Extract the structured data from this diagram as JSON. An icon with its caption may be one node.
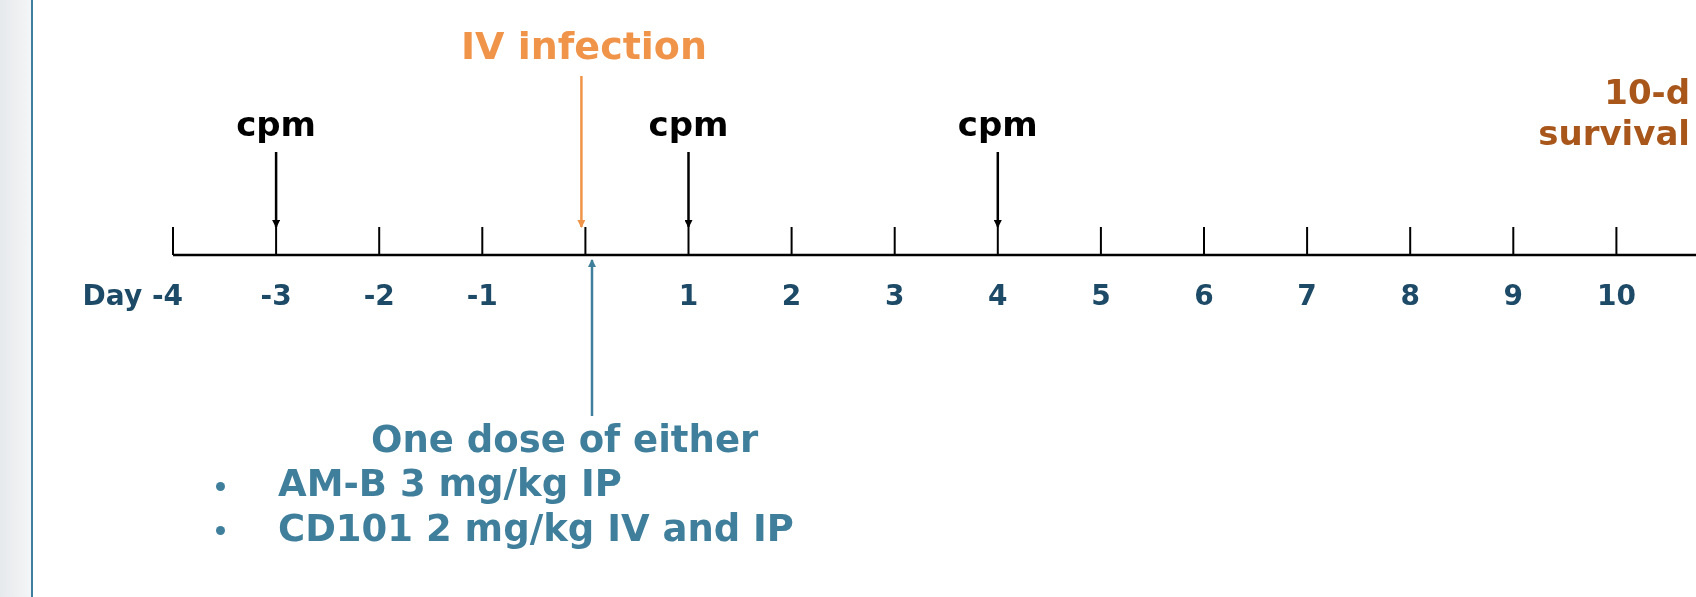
{
  "diagram": {
    "nodes": [
      {
        "text": [
          "IV infection"
        ]
      },
      {
        "text": [
          "cpm"
        ]
      },
      {
        "text": [
          "cpm"
        ]
      },
      {
        "text": [
          "cpm"
        ]
      },
      {
        "text": [
          "10-d survival"
        ]
      },
      {
        "text": [
          "One dose of either",
          "AM-B 3 mg/kg IP",
          "CD101 2 mg/kg IV and IP"
        ]
      }
    ],
    "edges": [
      {
        "from": 1,
        "to": null,
        "arrow": "to"
      },
      {
        "from": 0,
        "to": null,
        "arrow": "to",
        "color": "#f0944a"
      },
      {
        "from": 2,
        "to": null,
        "arrow": "to"
      },
      {
        "from": 3,
        "to": null,
        "arrow": "to"
      },
      {
        "from": 5,
        "to": null,
        "arrow": "to",
        "color": "#3f7f9c"
      }
    ],
    "labels": [
      "Day -4",
      "-3",
      "-2",
      "-1",
      "1",
      "2",
      "3",
      "4",
      "5",
      "6",
      "7",
      "8",
      "9",
      "10"
    ]
  }
}
